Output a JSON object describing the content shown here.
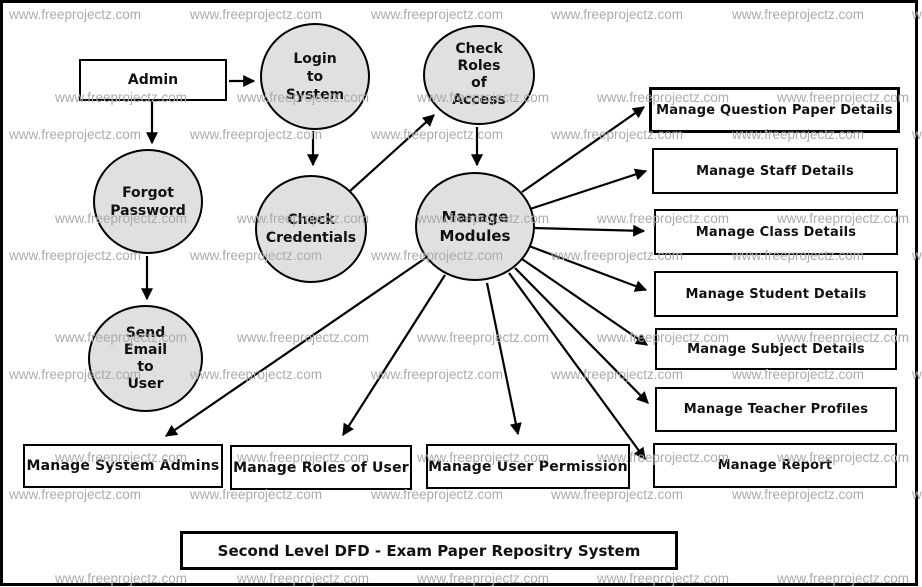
{
  "watermark": {
    "text": "www.freeprojectz.com"
  },
  "diagram": {
    "title": "Second Level DFD - Exam Paper Repositry System",
    "external_entity": {
      "label": "Admin"
    },
    "processes": [
      {
        "id": "login-to-system",
        "label": "Login\nto\nSystem"
      },
      {
        "id": "check-roles",
        "label": "Check\nRoles\nof\nAccess"
      },
      {
        "id": "forgot-password",
        "label": "Forgot\nPassword"
      },
      {
        "id": "check-credentials",
        "label": "Check\nCredentials"
      },
      {
        "id": "manage-modules",
        "label": "Manage\nModules"
      },
      {
        "id": "send-email",
        "label": "Send\nEmail\nto\nUser"
      }
    ],
    "modules": [
      {
        "label": "Manage Question Paper Details"
      },
      {
        "label": "Manage Staff Details"
      },
      {
        "label": "Manage Class Details"
      },
      {
        "label": "Manage Student Details"
      },
      {
        "label": "Manage Subject Details"
      },
      {
        "label": "Manage Teacher Profiles"
      },
      {
        "label": "Manage Report"
      },
      {
        "label": "Manage System Admins"
      },
      {
        "label": "Manage Roles of User"
      },
      {
        "label": "Manage User Permission"
      }
    ],
    "colors": {
      "process_fill": "#e0e0e0",
      "stroke": "#000000",
      "watermark_gray": "#ababab",
      "text": "#111111"
    }
  }
}
